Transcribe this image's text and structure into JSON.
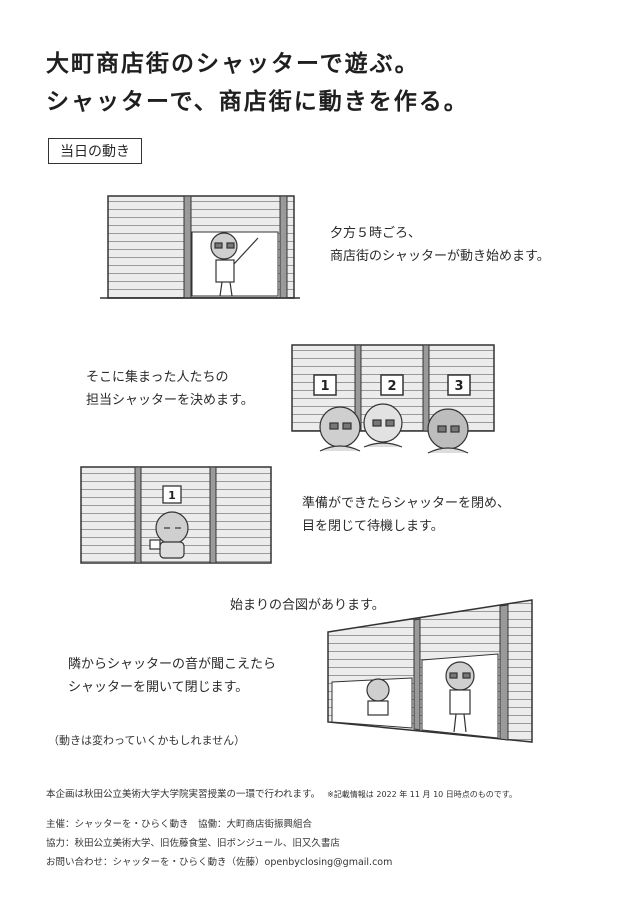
{
  "headline": {
    "line1": "大町商店街のシャッターで遊ぶ。",
    "line2": "シャッターで、商店街に動きを作る。"
  },
  "section_label": "当日の動き",
  "steps": [
    {
      "lines": [
        "夕方５時ごろ、",
        "商店街のシャッターが動き始めます。"
      ]
    },
    {
      "lines": [
        "そこに集まった人たちの",
        "担当シャッターを決めます。"
      ],
      "shutter_numbers": [
        "1",
        "2",
        "3"
      ]
    },
    {
      "lines": [
        "準備ができたらシャッターを閉め、",
        "目を閉じて待機します。"
      ],
      "shutter_number": "1"
    },
    {
      "lines": [
        "始まりの合図があります。"
      ]
    },
    {
      "lines": [
        "隣からシャッターの音が聞こえたら",
        "シャッターを開いて閉じます。"
      ]
    }
  ],
  "note": "（動きは変わっていくかもしれません）",
  "footer": {
    "project": "本企画は秋田公立美術大学大学院実習授業の一環で行われます。",
    "disclaimer": "※記載情報は 2022 年 11 月 10 日時点のものです。",
    "organizer": "主催：シャッターを・ひらく動き　協働：大町商店街振興組合",
    "cooperation": "協力：秋田公立美術大学、旧佐藤食堂、旧ボンジュール、旧又久書店",
    "contact": "お問い合わせ：シャッターを・ひらく動き（佐藤）openbyclosing@gmail.com"
  },
  "colors": {
    "ink": "#2a2a2a",
    "shutter": "#e9e9e9",
    "pole": "#8a8a8a"
  }
}
